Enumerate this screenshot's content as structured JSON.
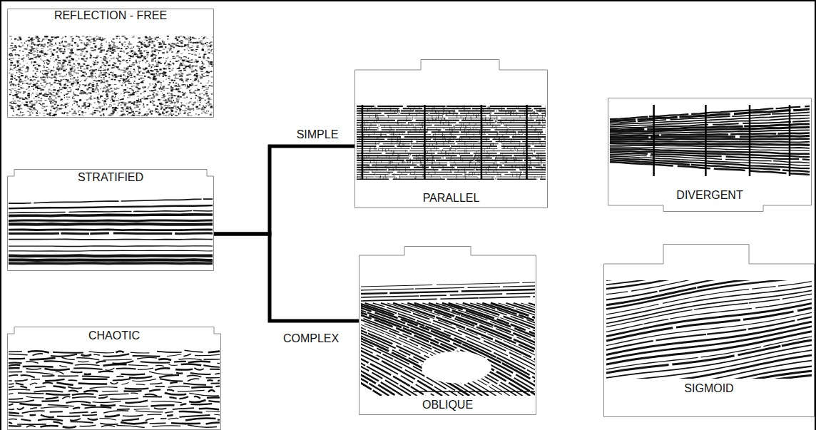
{
  "diagram": {
    "nodes": [
      {
        "text": [
          "REFLECTION - FREE"
        ]
      },
      {
        "text": [
          "STRATIFIED"
        ]
      },
      {
        "text": [
          "CHAOTIC"
        ]
      },
      {
        "text": [
          "PARALLEL"
        ]
      },
      {
        "text": [
          "OBLIQUE"
        ]
      },
      {
        "text": [
          "DIVERGENT"
        ]
      },
      {
        "text": [
          "SIGMOID"
        ]
      }
    ],
    "edges": [
      {
        "from": 1,
        "to": 3,
        "arrow": "none",
        "label": "SIMPLE"
      },
      {
        "from": 1,
        "to": 4,
        "arrow": "none",
        "label": "COMPLEX"
      }
    ]
  }
}
